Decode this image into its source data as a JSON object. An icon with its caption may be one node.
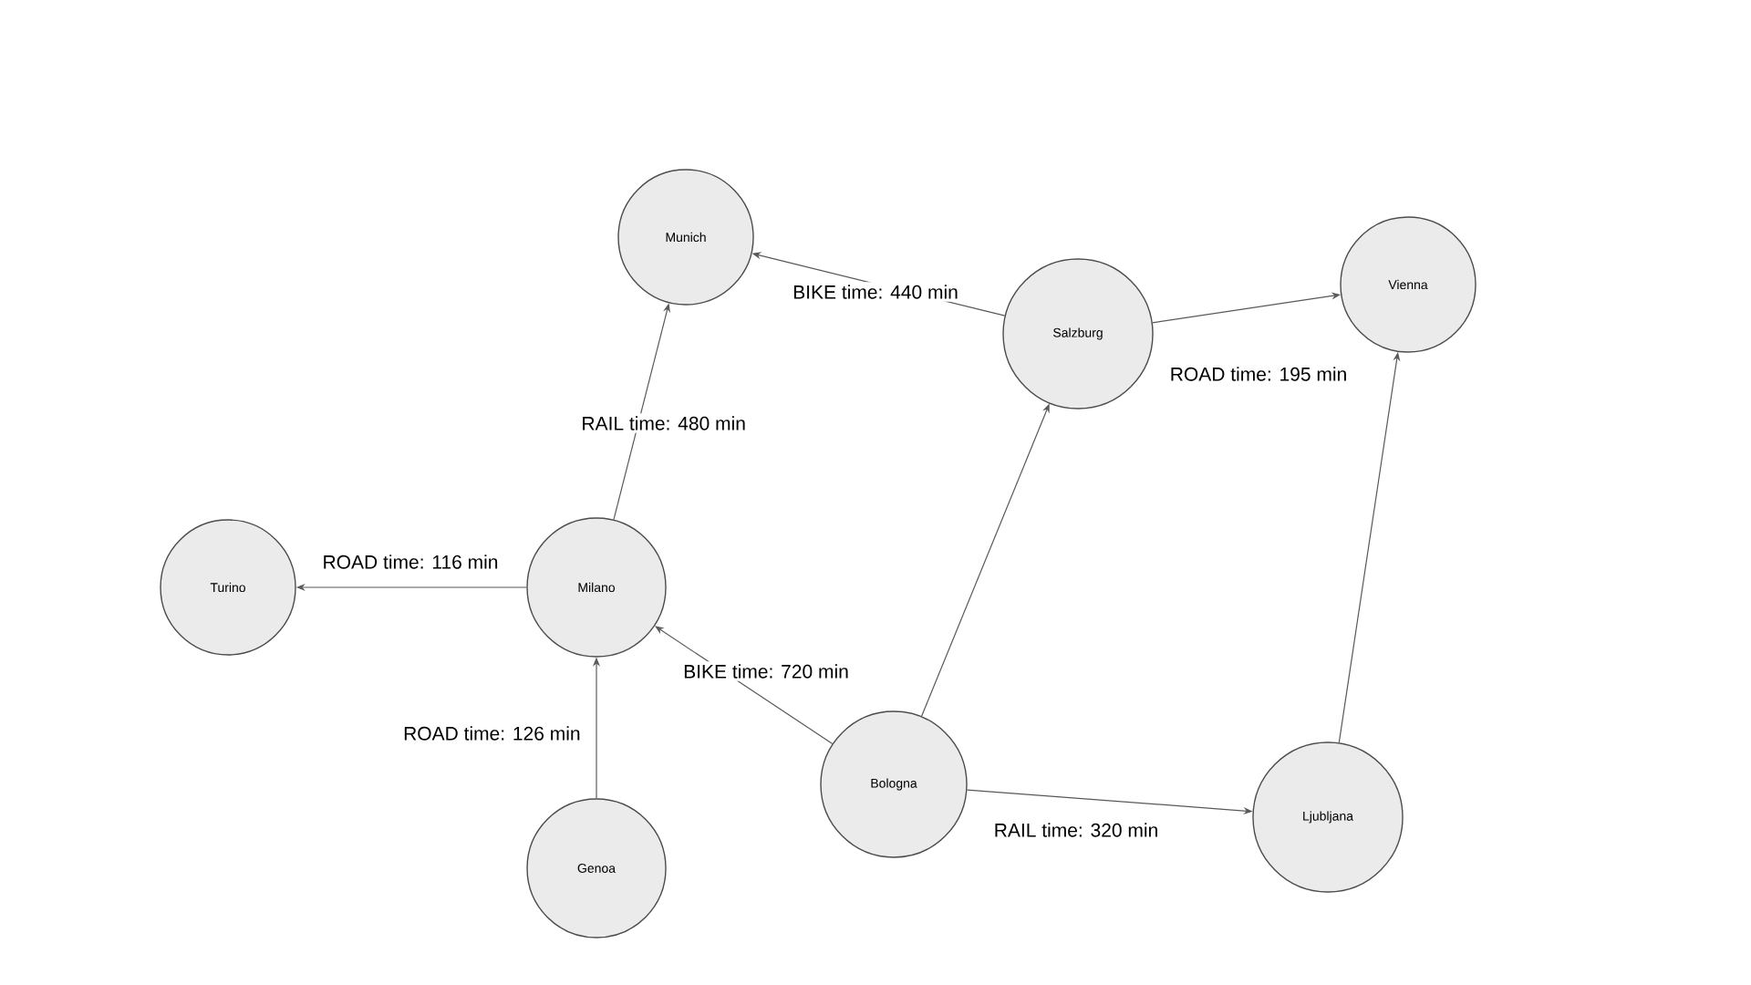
{
  "diagram": {
    "nodes": [
      {
        "text": [
          "Munich"
        ]
      },
      {
        "text": [
          "Salzburg"
        ]
      },
      {
        "text": [
          "Vienna"
        ]
      },
      {
        "text": [
          "Turino"
        ]
      },
      {
        "text": [
          "Milano"
        ]
      },
      {
        "text": [
          "Genoa"
        ]
      },
      {
        "text": [
          "Bologna"
        ]
      },
      {
        "text": [
          "Ljubljana"
        ]
      }
    ],
    "edges": [
      {
        "from": 4,
        "to": 0,
        "arrow": "to",
        "label": "RAIL time: 480 min"
      },
      {
        "from": 1,
        "to": 0,
        "arrow": "to",
        "label": "BIKE time: 440 min"
      },
      {
        "from": 1,
        "to": 2,
        "arrow": "to",
        "label": "ROAD time: 195 min"
      },
      {
        "from": 4,
        "to": 3,
        "arrow": "to",
        "label": "ROAD time: 116 min"
      },
      {
        "from": 5,
        "to": 4,
        "arrow": "to",
        "label": "ROAD time: 126 min"
      },
      {
        "from": 6,
        "to": 4,
        "arrow": "to",
        "label": "BIKE time: 720 min"
      },
      {
        "from": 6,
        "to": 1,
        "arrow": "to"
      },
      {
        "from": 6,
        "to": 7,
        "arrow": "to",
        "label": "RAIL time: 320 min"
      },
      {
        "from": 7,
        "to": 2,
        "arrow": "to"
      }
    ]
  }
}
